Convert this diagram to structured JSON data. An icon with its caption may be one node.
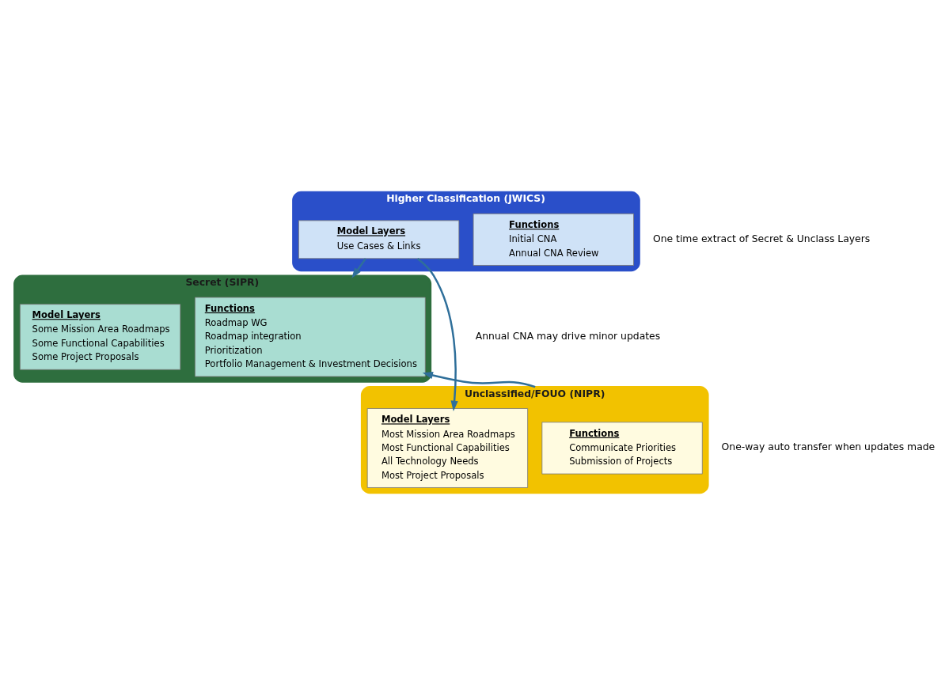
{
  "diagram": {
    "nodes": [
      {
        "text": [
          "Higher Classification (JWICS)"
        ]
      },
      {
        "text": [
          "Functions",
          "Initial CNA",
          "Annual CNA Review"
        ],
        "in": 0
      },
      {
        "text": [
          "Model Layers",
          "Use Cases & Links"
        ],
        "in": 0
      },
      {
        "text": [
          "Secret (SIPR)"
        ]
      },
      {
        "text": [
          "Functions",
          "Roadmap WG",
          "Roadmap integration",
          "Prioritization",
          "Portfolio Management & Investment Decisions"
        ],
        "in": 3
      },
      {
        "text": [
          "Model Layers",
          "Some Mission Area Roadmaps",
          "Some Functional Capabilities",
          "Some Project Proposals"
        ],
        "in": 3
      },
      {
        "text": [
          "Unclassified/FOUO (NIPR)"
        ]
      },
      {
        "text": [
          "Functions",
          "Communicate Priorities",
          "Submission of Projects"
        ],
        "in": 6
      },
      {
        "text": [
          "Model Layers",
          "Most Mission Area Roadmaps",
          "Most Functional Capabilities",
          "All Technology Needs",
          "Most Project Proposals"
        ],
        "in": 6
      }
    ],
    "edges": [
      {
        "from": 2,
        "to": 3,
        "arrow": "to"
      },
      {
        "from": 2,
        "to": 8,
        "arrow": "to"
      },
      {
        "from": 6,
        "to": 4,
        "arrow": "to"
      }
    ],
    "labels": [
      "One time extract of Secret & Unclass Layers",
      "Annual CNA may drive minor updates",
      "One-way auto transfer when updates made"
    ]
  }
}
